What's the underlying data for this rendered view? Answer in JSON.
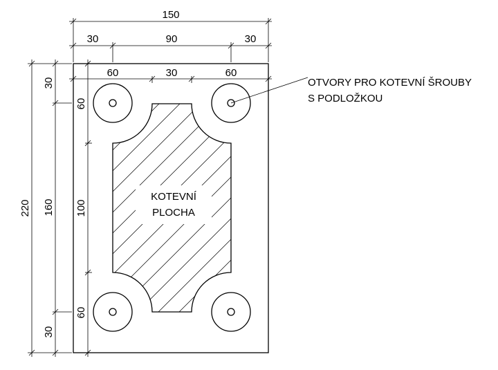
{
  "dimensions": {
    "top_total": "150",
    "top_left": "30",
    "top_middle": "90",
    "top_right": "30",
    "inner_left": "60",
    "inner_middle": "30",
    "inner_right": "60",
    "left_total": "220",
    "left_top": "30",
    "left_middle": "160",
    "left_bottom": "30",
    "inner_upper": "60",
    "inner_center": "100",
    "inner_lower": "60"
  },
  "labels": {
    "anchor_area_line1": "KOTEVNÍ",
    "anchor_area_line2": "PLOCHA",
    "holes_line1": "OTVORY PRO KOTEVNÍ ŠROUBY",
    "holes_line2": "S PODLOŽKOU"
  }
}
